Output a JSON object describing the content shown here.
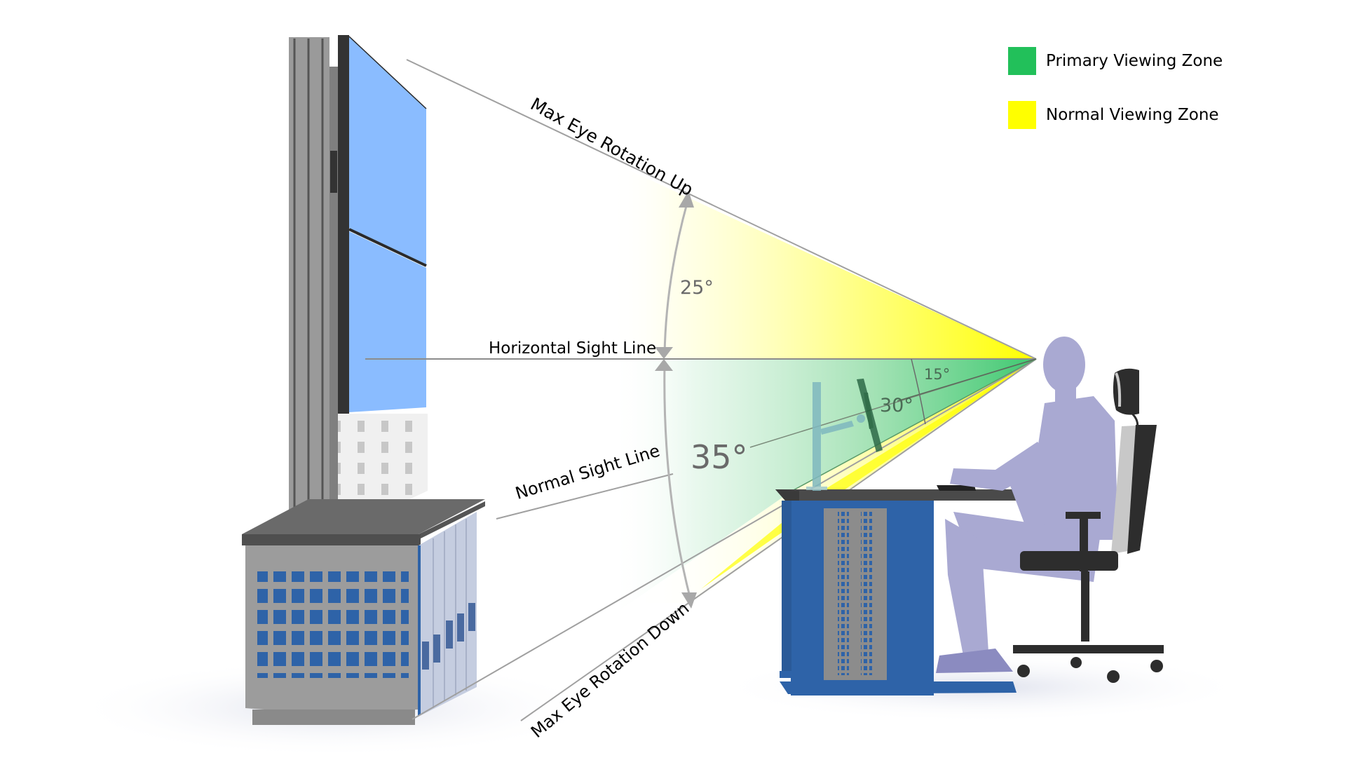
{
  "legend": {
    "items": [
      {
        "label": "Primary Viewing Zone",
        "color": "#22c05a"
      },
      {
        "label": "Normal Viewing Zone",
        "color": "#ffff00"
      }
    ]
  },
  "annotations": {
    "max_eye_up": "Max Eye Rotation Up",
    "horizontal_sight_line": "Horizontal Sight Line",
    "normal_sight_line": "Normal Sight Line",
    "max_eye_down": "Max Eye Rotation Down"
  },
  "angles": {
    "up": "25°",
    "down": "35°",
    "primary_upper": "15°",
    "primary_lower": "30°"
  },
  "colors": {
    "screen": "#8abcff",
    "screen_bezel": "#333333",
    "cabinet_gray": "#9a9a9a",
    "cabinet_blue": "#2e63a8",
    "desk_top": "#4a4a4a",
    "person": "#a8a8d0",
    "chair": "#2d2d2d",
    "guide_line": "#a0a0a0"
  }
}
